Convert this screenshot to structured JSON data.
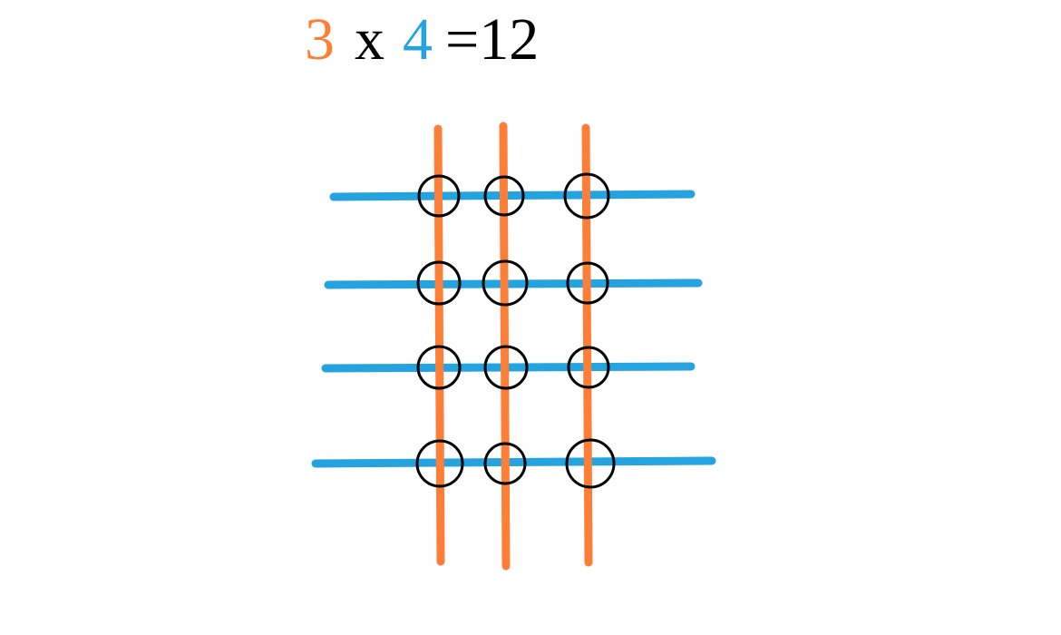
{
  "equation": {
    "factor_a": "3",
    "times_sign": "x",
    "factor_b": "4",
    "equals_sign": "=",
    "product": "12"
  },
  "diagram": {
    "vertical_line_count": 3,
    "horizontal_line_count": 4,
    "intersection_count": 12
  },
  "colors": {
    "factor_a": "#fd7f37",
    "factor_b": "#24a3df",
    "text": "#000000",
    "circle": "#000000",
    "background": "#ffffff"
  }
}
